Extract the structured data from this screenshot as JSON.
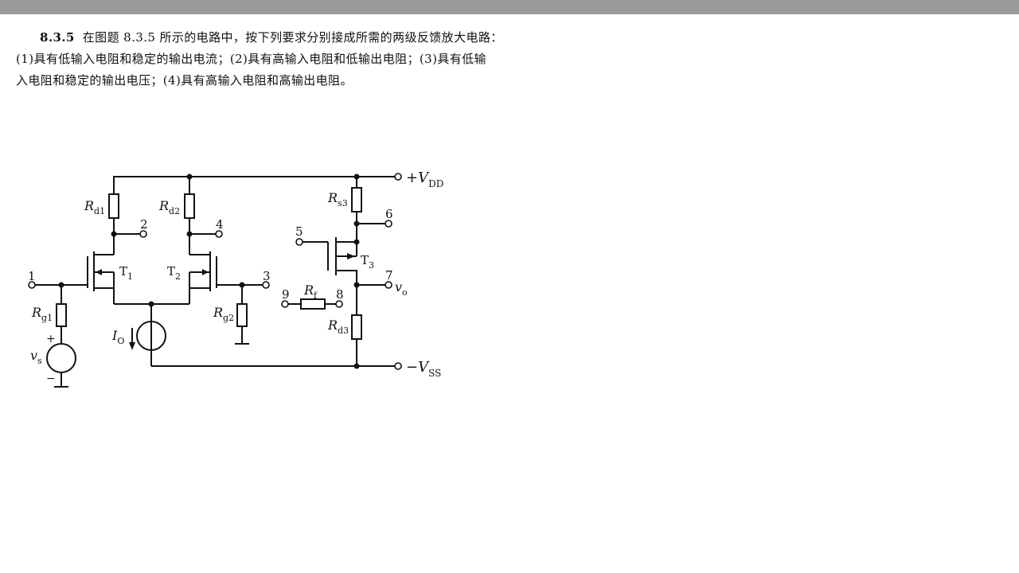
{
  "problem": {
    "number": "8.3.5",
    "line1": "在图题 8.3.5 所示的电路中，按下列要求分别接成所需的两级反馈放大电路：",
    "line2": "(1)具有低输入电阻和稳定的输出电流；(2)具有高输入电阻和低输出电阻；(3)具有低输",
    "line3": "入电阻和稳定的输出电压；(4)具有高输入电阻和高输出电阻。"
  },
  "circuit": {
    "supply_pos": "+V",
    "supply_pos_sub": "DD",
    "supply_neg": "−V",
    "supply_neg_sub": "SS",
    "nodes": [
      "1",
      "2",
      "3",
      "4",
      "5",
      "6",
      "7",
      "8",
      "9"
    ],
    "rd1": {
      "main": "R",
      "sub": "d1"
    },
    "rd2": {
      "main": "R",
      "sub": "d2"
    },
    "rs3": {
      "main": "R",
      "sub": "s3"
    },
    "rd3": {
      "main": "R",
      "sub": "d3"
    },
    "rg1": {
      "main": "R",
      "sub": "g1"
    },
    "rg2": {
      "main": "R",
      "sub": "g2"
    },
    "rf": {
      "main": "R",
      "sub": "f"
    },
    "t1": {
      "main": "T",
      "sub": "1"
    },
    "t2": {
      "main": "T",
      "sub": "2"
    },
    "t3": {
      "main": "T",
      "sub": "3"
    },
    "io": {
      "main": "I",
      "sub": "O"
    },
    "vs": {
      "main": "v",
      "sub": "s"
    },
    "vo": {
      "main": "v",
      "sub": "o"
    },
    "plus": "+",
    "minus": "−"
  }
}
